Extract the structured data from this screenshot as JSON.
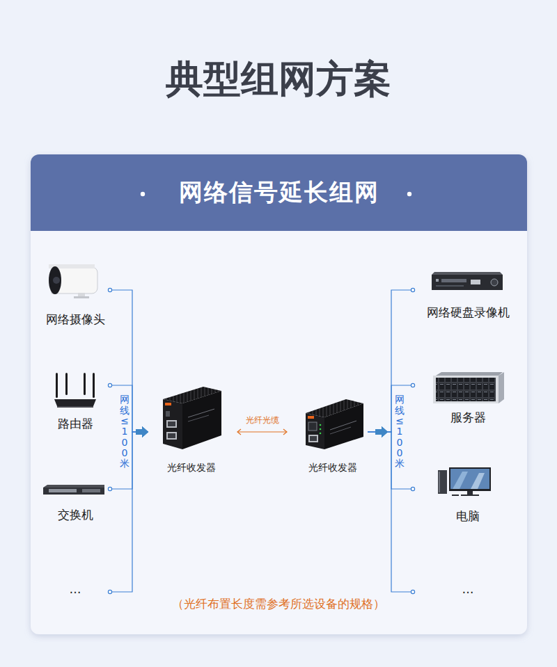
{
  "diagram": {
    "title": "典型组网方案",
    "nodes": [
      {
        "text": [
          "网络信号延长组网"
        ]
      },
      {
        "text": [
          "网络摄像头"
        ],
        "in": 0
      },
      {
        "text": [
          "路由器"
        ],
        "in": 0
      },
      {
        "text": [
          "交换机"
        ],
        "in": 0
      },
      {
        "text": [
          "…"
        ],
        "in": 0
      },
      {
        "text": [
          "光纤收发器"
        ],
        "in": 0
      },
      {
        "text": [
          "光纤收发器"
        ],
        "in": 0
      },
      {
        "text": [
          "网络硬盘录像机"
        ],
        "in": 0
      },
      {
        "text": [
          "服务器"
        ],
        "in": 0
      },
      {
        "text": [
          "电脑"
        ],
        "in": 0
      },
      {
        "text": [
          "…"
        ],
        "in": 0
      }
    ],
    "edges": [
      {
        "from": 1,
        "to": 5,
        "arrow": "to"
      },
      {
        "from": 2,
        "to": 5,
        "arrow": "to"
      },
      {
        "from": 3,
        "to": 5,
        "arrow": "to"
      },
      {
        "from": 4,
        "to": 5,
        "arrow": "to"
      },
      {
        "from": 5,
        "to": 6,
        "label": "光纤光缆",
        "arrow": "both"
      },
      {
        "from": 6,
        "to": 7,
        "arrow": "to"
      },
      {
        "from": 6,
        "to": 8,
        "arrow": "to"
      },
      {
        "from": 6,
        "to": 9,
        "arrow": "to"
      },
      {
        "from": 6,
        "to": 10,
        "arrow": "to"
      }
    ],
    "labels": [
      "网线≤100米",
      "网线≤100米",
      "（光纤布置长度需参考所选设备的规格）"
    ]
  }
}
